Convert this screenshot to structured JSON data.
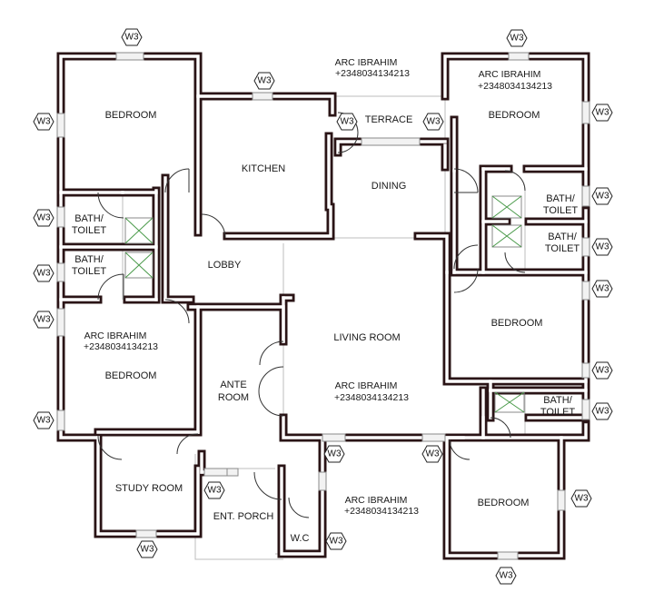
{
  "rooms": {
    "bedroom_nw": "BEDROOM",
    "kitchen": "KITCHEN",
    "terrace": "TERRACE",
    "dining": "DINING",
    "bedroom_ne": "BEDROOM",
    "bath_w1": [
      "BATH/",
      "TOILET"
    ],
    "bath_w2": [
      "BATH/",
      "TOILET"
    ],
    "bath_e1": [
      "BATH/",
      "TOILET"
    ],
    "bath_e2": [
      "BATH/",
      "TOILET"
    ],
    "bath_e3": [
      "BATH/",
      "TOILET"
    ],
    "lobby": "LOBBY",
    "living": "LIVING ROOM",
    "bedroom_w": "BEDROOM",
    "bedroom_e": "BEDROOM",
    "ante": [
      "ANTE",
      "ROOM"
    ],
    "study": "STUDY ROOM",
    "porch": "ENT. PORCH",
    "wc": "W.C",
    "bedroom_se": "BEDROOM"
  },
  "notes": {
    "top_center": [
      "ARC IBRAHIM",
      "+2348034134213"
    ],
    "ne": [
      "ARC IBRAHIM",
      "+2348034134213"
    ],
    "west": [
      "ARC IBRAHIM",
      "+2348034134213"
    ],
    "living": [
      "ARC IBRAHIM",
      "+2348034134213"
    ],
    "south": [
      "ARC IBRAHIM",
      "+2348034134213"
    ]
  },
  "window_tag": "W3"
}
